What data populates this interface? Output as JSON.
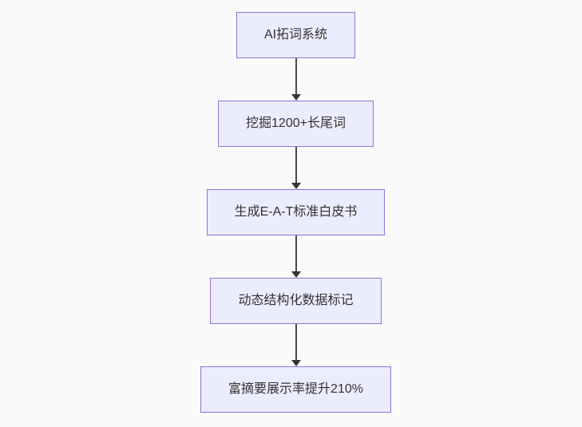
{
  "diagram": {
    "type": "flowchart",
    "direction": "top-down",
    "background_color": "#fafafa",
    "node_fill_color": "#ececff",
    "node_border_color": "#9370db",
    "node_text_color": "#333333",
    "arrow_color": "#333333",
    "nodes": [
      {
        "id": "step-1",
        "label": "AI拓词系统"
      },
      {
        "id": "step-2",
        "label": "挖掘1200+长尾词"
      },
      {
        "id": "step-3",
        "label": "生成E-A-T标准白皮书"
      },
      {
        "id": "step-4",
        "label": "动态结构化数据标记"
      },
      {
        "id": "step-5",
        "label": "富摘要展示率提升210%"
      }
    ],
    "edges": [
      {
        "from": "step-1",
        "to": "step-2"
      },
      {
        "from": "step-2",
        "to": "step-3"
      },
      {
        "from": "step-3",
        "to": "step-4"
      },
      {
        "from": "step-4",
        "to": "step-5"
      }
    ]
  }
}
